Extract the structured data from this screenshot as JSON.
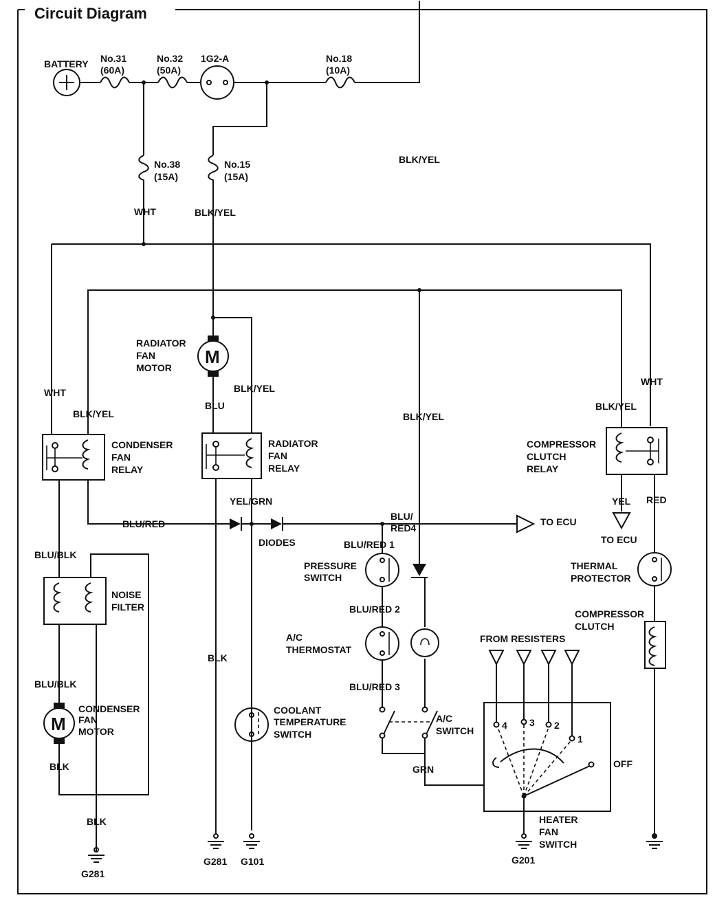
{
  "title": "Circuit Diagram",
  "labels": {
    "battery": "BATTERY",
    "fuse31_name": "No.31",
    "fuse31_rating": "(60A)",
    "fuse32_name": "No.32",
    "fuse32_rating": "(50A)",
    "ig2a": "1G2-A",
    "fuse18_name": "No.18",
    "fuse18_rating": "(10A)",
    "fuse38_name": "No.38",
    "fuse38_rating": "(15A)",
    "fuse15_name": "No.15",
    "fuse15_rating": "(15A)",
    "wht": "WHT",
    "blk_yel": "BLK/YEL",
    "blu": "BLU",
    "blu_red": "BLU/RED",
    "blu_red_1": "BLU/RED 1",
    "blu_red_2": "BLU/RED 2",
    "blu_red_3": "BLU/RED 3",
    "blu_red4_a": "BLU/",
    "blu_red4_b": "RED4",
    "yel_grn": "YEL/GRN",
    "yel": "YEL",
    "red": "RED",
    "grn": "GRN",
    "blu_blk": "BLU/BLK",
    "blk": "BLK",
    "diodes": "DIODES",
    "to_ecu": "TO ECU",
    "radiator_fan_motor": [
      "RADIATOR",
      "FAN",
      "MOTOR"
    ],
    "condenser_fan_relay": [
      "CONDENSER",
      "FAN",
      "RELAY"
    ],
    "radiator_fan_relay": [
      "RADIATOR",
      "FAN",
      "RELAY"
    ],
    "compressor_clutch_relay": [
      "COMPRESSOR",
      "CLUTCH",
      "RELAY"
    ],
    "pressure_switch": [
      "PRESSURE",
      "SWITCH"
    ],
    "ac_thermostat": [
      "A/C",
      "THERMOSTAT"
    ],
    "noise_filter": [
      "NOISE",
      "FILTER"
    ],
    "condenser_fan_motor": [
      "CONDENSER",
      "FAN",
      "MOTOR"
    ],
    "coolant_temp_switch": [
      "COOLANT",
      "TEMPERATURE",
      "SWITCH"
    ],
    "ac_switch": [
      "A/C",
      "SWITCH"
    ],
    "thermal_protector": [
      "THERMAL",
      "PROTECTOR"
    ],
    "compressor_clutch": [
      "COMPRESSOR",
      "CLUTCH"
    ],
    "from_resisters": "FROM  RESISTERS",
    "heater_fan_switch": [
      "HEATER",
      "FAN",
      "SWITCH"
    ],
    "off": "OFF",
    "pos4": "4",
    "pos3": "3",
    "pos2": "2",
    "pos1": "1",
    "motor_m": "M",
    "g281": "G281",
    "g101": "G101",
    "g201": "G201"
  }
}
